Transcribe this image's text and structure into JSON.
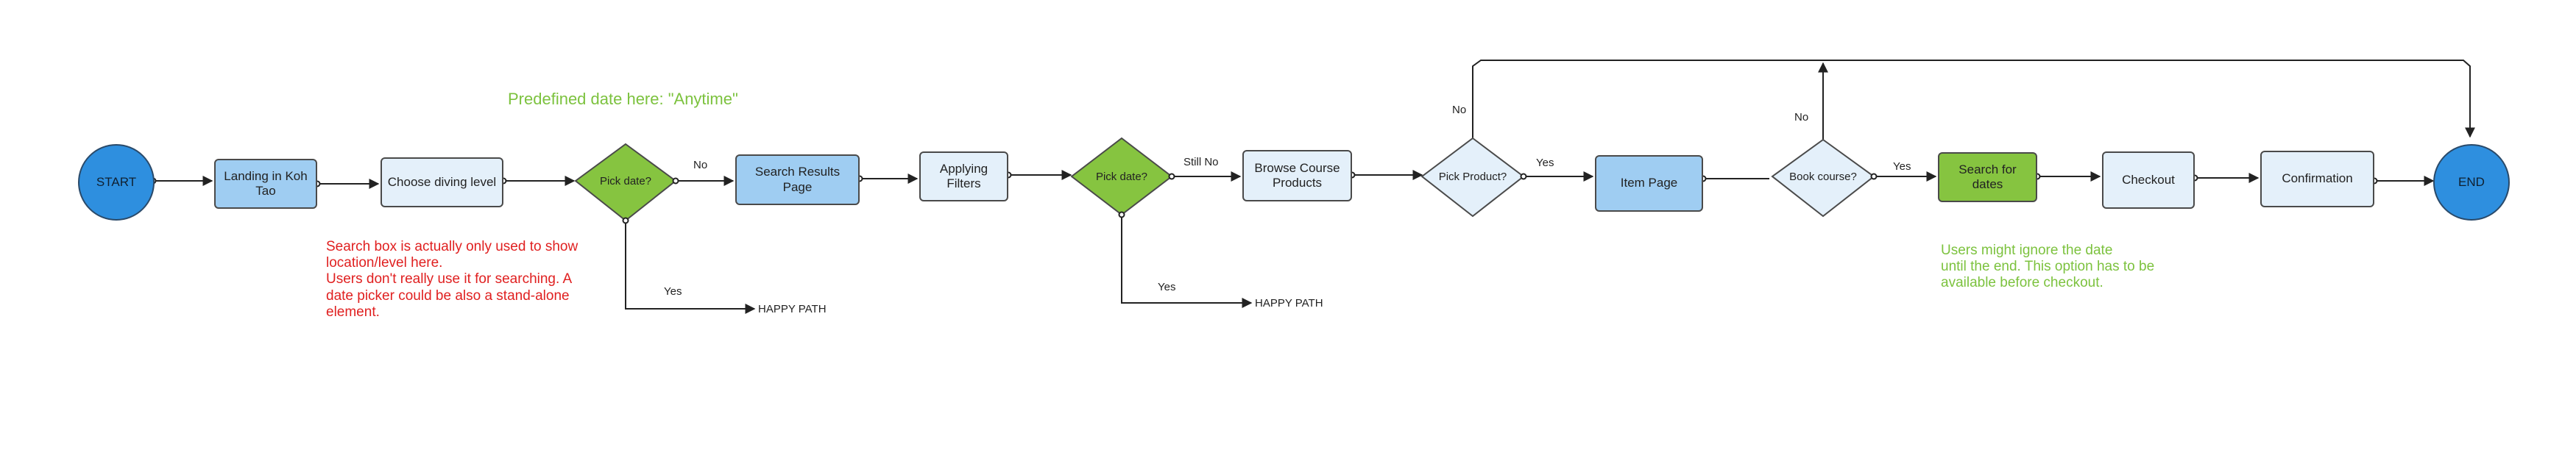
{
  "nodes": {
    "start": "START",
    "landing": "Landing in Koh Tao",
    "choose": "Choose diving level",
    "pick_date_1": "Pick date?",
    "search_results": "Search Results Page",
    "filters": "Applying Filters",
    "pick_date_2": "Pick date?",
    "browse": "Browse Course Products",
    "pick_product": "Pick Product?",
    "item": "Item Page",
    "book": "Book course?",
    "search_dates": "Search for dates",
    "checkout": "Checkout",
    "confirmation": "Confirmation",
    "end": "END",
    "happy_path_1": "HAPPY PATH",
    "happy_path_2": "HAPPY PATH"
  },
  "edge_labels": {
    "no_1": "No",
    "yes_1": "Yes",
    "still_no": "Still No",
    "yes_2": "Yes",
    "yes_3": "Yes",
    "no_top": "No",
    "yes_4": "Yes",
    "no_book": "No"
  },
  "notes": {
    "predefined_date": "Predefined date here: \"Anytime\"",
    "search_box": "Search box is actually only used to show\nlocation/level here.\nUsers don't really use it for searching. A\ndate picker could be also a stand-alone\nelement.",
    "ignore_date": "Users might ignore the date\nuntil the end. This option has to be\navailable before checkout."
  },
  "colors": {
    "circle": "#2e8fdf",
    "box_light": "#e4f0fa",
    "box_mid": "#9fcdf2",
    "green": "#86c440",
    "note_red": "#e02020",
    "note_green": "#7cc23e"
  }
}
